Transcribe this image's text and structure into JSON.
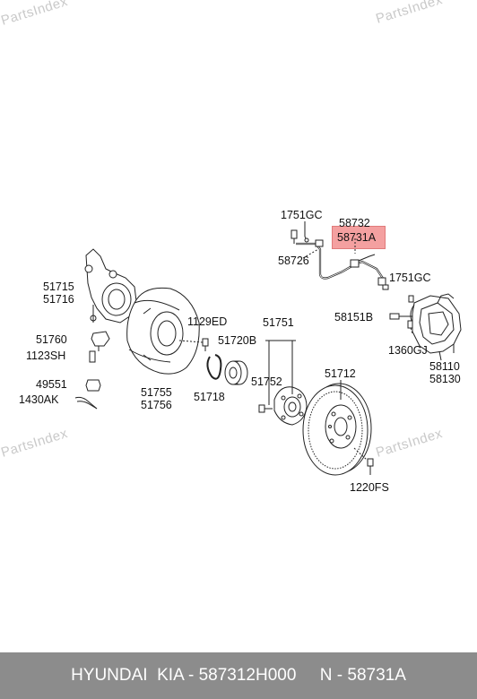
{
  "watermark": "PartsIndex",
  "highlight_color": "#f4a0a0",
  "labels": {
    "l1751gc_top": "1751GC",
    "l58732": "58732",
    "l58731a": "58731A",
    "l58726": "58726",
    "l1751gc_right": "1751GC",
    "l58151b": "58151B",
    "l1360gj": "1360GJ",
    "l58110": "58110",
    "l58130": "58130",
    "l51715": "51715",
    "l51716": "51716",
    "l51760": "51760",
    "l1123sh": "1123SH",
    "l49551": "49551",
    "l1430ak": "1430AK",
    "l1129ed": "1129ED",
    "l51720b": "51720B",
    "l51751": "51751",
    "l51752": "51752",
    "l51755": "51755",
    "l51756": "51756",
    "l51718": "51718",
    "l51712": "51712",
    "l1220fs": "1220FS"
  },
  "footer": {
    "text": "HYUNDAI  KIA - 587312H000     N - 58731A",
    "background": "#8c8c8c"
  }
}
